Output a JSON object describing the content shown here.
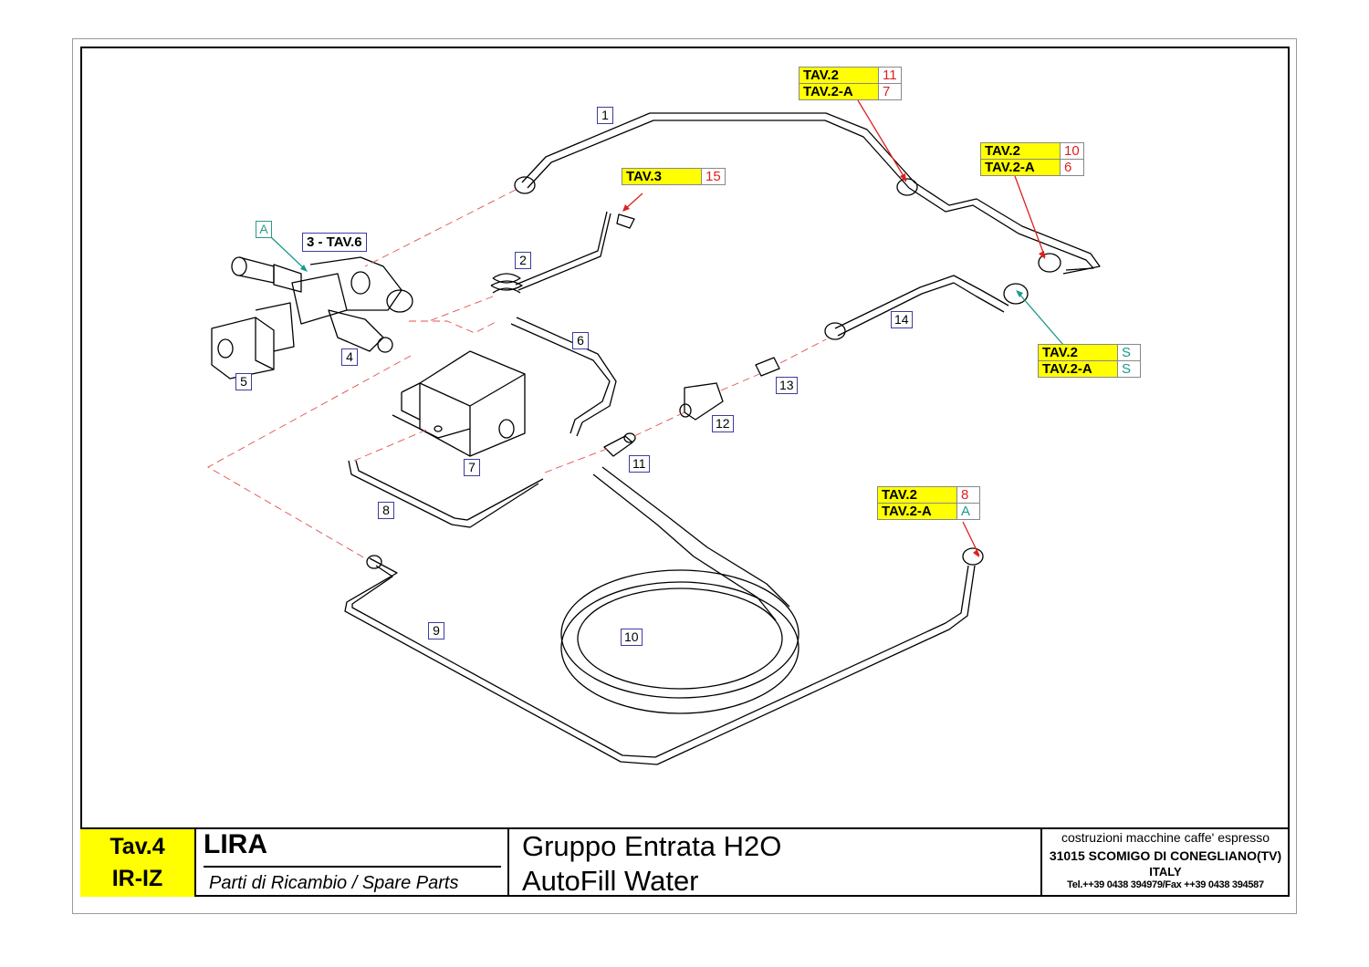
{
  "title_block": {
    "tav_line1": "Tav.4",
    "tav_line2": "IR-IZ",
    "model": "LIRA",
    "subtitle": "Parti di Ricambio / Spare Parts",
    "group_line1": "Gruppo Entrata H2O",
    "group_line2": "AutoFill Water",
    "company_line1": "costruzioni macchine caffe' espresso",
    "company_line2": "31015 SCOMIGO DI CONEGLIANO(TV)",
    "company_line3": "ITALY",
    "company_line4": "Tel.++39 0438 394979/Fax ++39 0438 394587"
  },
  "part_numbers": [
    "1",
    "2",
    "4",
    "5",
    "6",
    "7",
    "8",
    "9",
    "10",
    "11",
    "12",
    "13",
    "14"
  ],
  "callout_3": "3 - TAV.6",
  "letter_a": "A",
  "ref_tables": [
    {
      "rows": [
        {
          "key": "TAV.2",
          "val": "11"
        },
        {
          "key": "TAV.2-A",
          "val": "7"
        }
      ]
    },
    {
      "rows": [
        {
          "key": "TAV.2",
          "val": "10"
        },
        {
          "key": "TAV.2-A",
          "val": "6"
        }
      ]
    },
    {
      "rows": [
        {
          "key": "TAV.3",
          "val": "15"
        }
      ]
    },
    {
      "rows": [
        {
          "key": "TAV.2",
          "val": "S"
        },
        {
          "key": "TAV.2-A",
          "val": "S"
        }
      ]
    },
    {
      "rows": [
        {
          "key": "TAV.2",
          "val": "8"
        },
        {
          "key": "TAV.2-A",
          "val": "A"
        }
      ]
    }
  ],
  "colors": {
    "highlight": "#ffff00",
    "leader_red": "#e02020",
    "leader_teal": "#1a9a8a",
    "number_text_red": "#e02020",
    "number_text_teal": "#1a9a8a"
  }
}
